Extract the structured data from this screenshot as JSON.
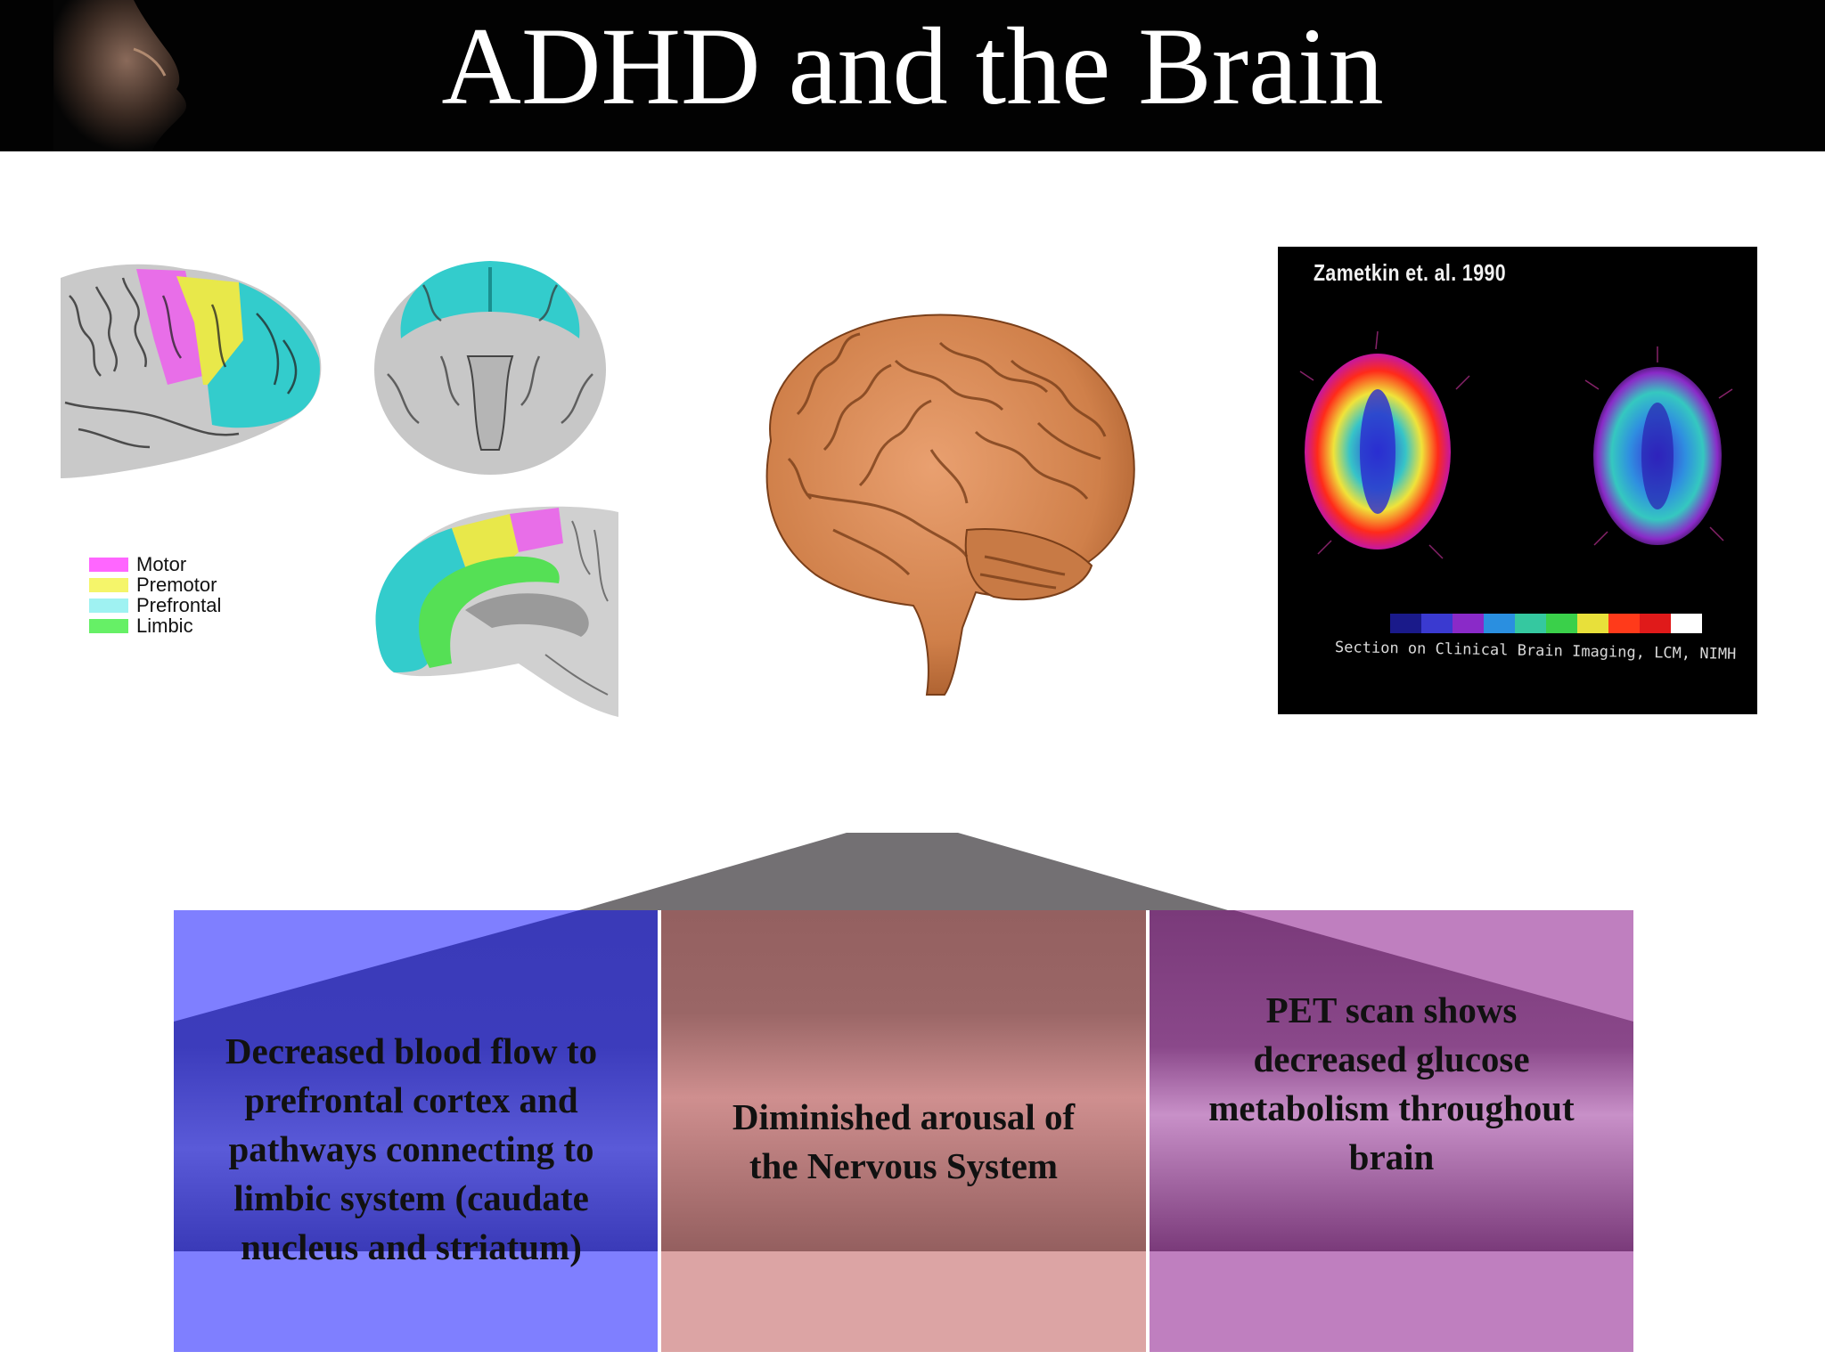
{
  "slide": {
    "title": "ADHD and the Brain"
  },
  "legend": {
    "items": [
      {
        "label": "Motor",
        "color": "#ff66ff"
      },
      {
        "label": "Premotor",
        "color": "#f5f56a"
      },
      {
        "label": "Prefrontal",
        "color": "#9ff2f2"
      },
      {
        "label": "Limbic",
        "color": "#66f066"
      }
    ]
  },
  "pet_scan": {
    "caption": "Zametkin et. al. 1990",
    "credit": "Section on Clinical Brain Imaging, LCM, NIMH"
  },
  "findings": [
    {
      "text": "Decreased blood flow to prefrontal cortex and pathways connecting to limbic system (caudate nucleus and striatum)",
      "color": "#7f7fff"
    },
    {
      "text": "Diminished arousal of the Nervous System",
      "color": "#dca4a4"
    },
    {
      "text": "PET scan shows decreased glucose metabolism throughout brain",
      "color": "#bf7fbf"
    }
  ],
  "colors": {
    "header": "#020202",
    "roof": "#737073",
    "prefrontal": "#33cccc",
    "brain": "#d98a55"
  }
}
